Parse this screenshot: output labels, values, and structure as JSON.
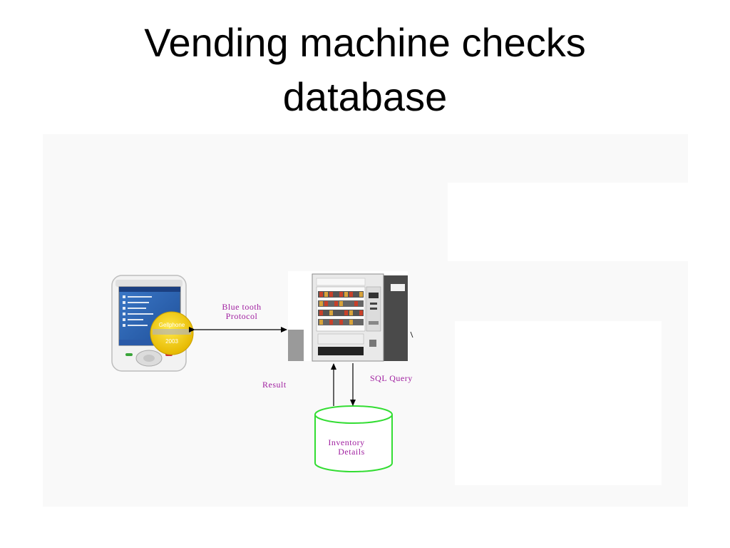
{
  "slide": {
    "title_line1": "Vending machine checks",
    "title_line2": "database"
  },
  "diagram": {
    "phone": {
      "icon": "pda-phone-icon",
      "sticker_text_top": "Gellphone",
      "sticker_text_bottom": "2003"
    },
    "vending_machine": {
      "icon": "vending-machine-icon"
    },
    "database": {
      "icon": "database-cylinder-icon",
      "label_line1": "Inventory",
      "label_line2": "Details",
      "stroke_color": "#33dd33"
    },
    "edges": {
      "bluetooth_line1": "Blue tooth",
      "bluetooth_line2": "Protocol",
      "result": "Result",
      "sql_query": "SQL Query"
    },
    "label_color": "#a020a0"
  }
}
